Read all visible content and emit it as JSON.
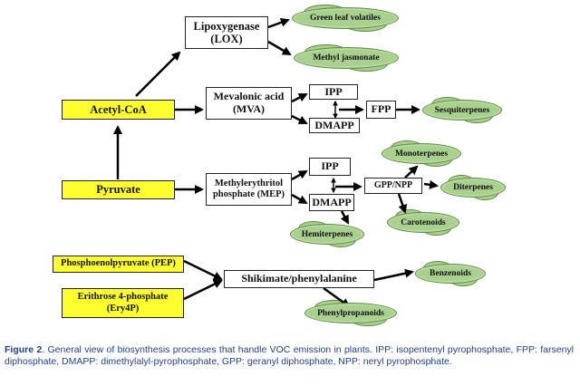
{
  "nodes": {
    "lox": "Lipoxygenase\n(LOX)",
    "acetyl": "Acetyl-CoA",
    "mva": "Mevalonic acid\n(MVA)",
    "ipp1": "IPP",
    "dmapp1": "DMAPP",
    "fpp": "FPP",
    "pyruvate": "Pyruvate",
    "mep": "Methylerythritol\nphosphate (MEP)",
    "ipp2": "IPP",
    "dmapp2": "DMAPP",
    "gppnpp": "GPP/NPP",
    "pep": "Phosphoenolpyruvate (PEP)",
    "ery": "Erithrose 4-phosphate\n(Ery4P)",
    "shikimate": "Shikimate/phenylalanine"
  },
  "clouds": {
    "green_leaf": "Green leaf volatiles",
    "methyl_jas": "Methyl jasmonate",
    "sesqui": "Sesquiterpenes",
    "mono": "Monoterpenes",
    "diter": "Diterpenes",
    "carot": "Carotenoids",
    "hemi": "Hemiterpenes",
    "benzenoids": "Benzenoids",
    "phenylprop": "Phenylpropanoids"
  },
  "caption": {
    "label": "Figure 2",
    "text": ". General view of biosynthesis processes that handle VOC emission in plants. IPP: isopentenyl pyrophosphate, FPP: farsenyl diphosphate, DMAPP: dimethylalyl-pyrophosphate, GPP: geranyl diphosphate, NPP: neryl pyrophosphate."
  }
}
